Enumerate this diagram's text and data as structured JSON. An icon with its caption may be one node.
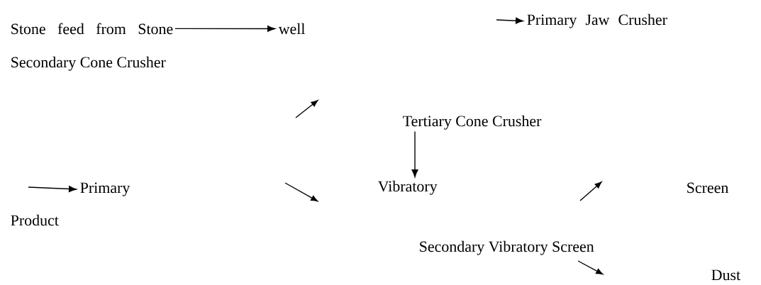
{
  "diagram": {
    "nodes": [
      {
        "text": [
          "Stone feed from Stone"
        ]
      },
      {
        "text": [
          "well"
        ]
      },
      {
        "text": [
          "Secondary Cone Crusher"
        ]
      },
      {
        "text": [
          "Primary Jaw Crusher"
        ]
      },
      {
        "text": [
          "Tertiary Cone Crusher"
        ]
      },
      {
        "text": [
          "Primary"
        ]
      },
      {
        "text": [
          "Product"
        ]
      },
      {
        "text": [
          "Vibratory"
        ]
      },
      {
        "text": [
          "Screen"
        ]
      },
      {
        "text": [
          "Secondary Vibratory Screen"
        ]
      },
      {
        "text": [
          "Dust"
        ]
      }
    ],
    "edges": [
      {
        "from": 0,
        "to": 1,
        "arrow": "to"
      },
      {
        "from": null,
        "to": 3,
        "arrow": "to"
      },
      {
        "from": 4,
        "to": 7,
        "arrow": "to"
      },
      {
        "from": null,
        "to": 5,
        "arrow": "to"
      }
    ]
  }
}
